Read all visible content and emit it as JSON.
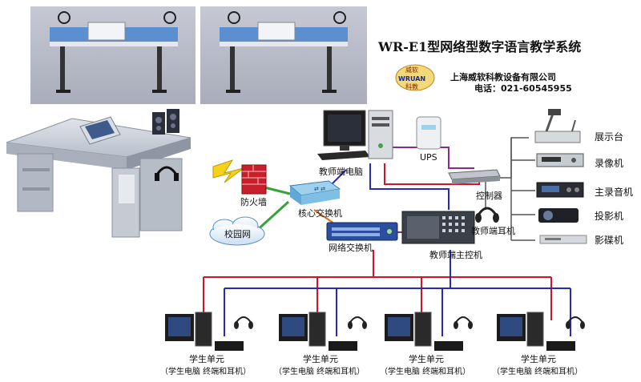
{
  "header": {
    "title": "WR-E1型网络型数字语言教学系统",
    "company": "上海威软科教设备有限公司",
    "phone": "电话：021-60545955",
    "logo_text_top": "威软",
    "logo_text_mid": "WRUAN",
    "logo_text_bot": "科教"
  },
  "network": {
    "firewall": "防火墙",
    "core_switch": "核心交换机",
    "campus_net": "校园网",
    "net_switch": "网络交换机"
  },
  "teacher": {
    "pc": "教师端电脑",
    "ups": "UPS",
    "controller": "控制器",
    "headset": "教师端耳机",
    "main_console": "教师端主控机"
  },
  "devices": [
    {
      "label": "展示台"
    },
    {
      "label": "录像机"
    },
    {
      "label": "主录音机"
    },
    {
      "label": "投影机"
    },
    {
      "label": "影碟机"
    }
  ],
  "students": [
    {
      "title": "学生单元",
      "sub": "（学生电脑  终端和耳机）"
    },
    {
      "title": "学生单元",
      "sub": "（学生电脑  终端和耳机）"
    },
    {
      "title": "学生单元",
      "sub": "（学生电脑  终端和耳机）"
    },
    {
      "title": "学生单元",
      "sub": "（学生电脑  终端和耳机）"
    }
  ],
  "colors": {
    "red_line": "#d0142a",
    "blue_line": "#2a2ab8",
    "purple_line": "#8a2a8a",
    "green_line": "#3aa03a",
    "cabinet_bg": "#c9ccd6"
  }
}
